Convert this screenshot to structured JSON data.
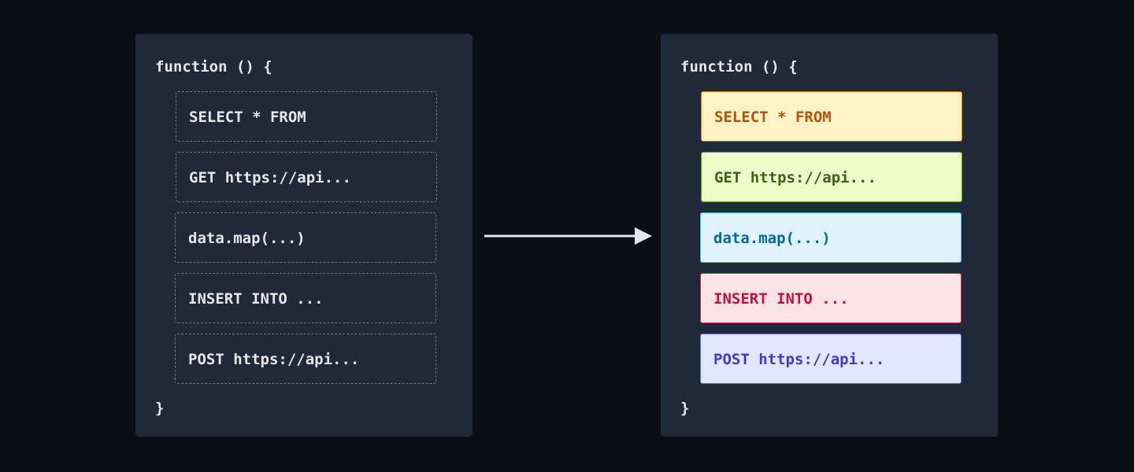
{
  "before": {
    "open": "function () {",
    "close": "}",
    "blocks": [
      "SELECT * FROM",
      "GET https://api...",
      "data.map(...)",
      "INSERT INTO ...",
      "POST https://api..."
    ]
  },
  "after": {
    "open": "function () {",
    "close": "}",
    "blocks": [
      "SELECT * FROM",
      "GET https://api...",
      "data.map(...)",
      "INSERT INTO ...",
      "POST https://api..."
    ]
  },
  "colors": {
    "background": "#0a0e17",
    "panel": "#1f2937",
    "arrow": "#e5e7eb",
    "amber": "#fef3c7",
    "green": "#ecfccb",
    "blue": "#e0f2fe",
    "red": "#ffe4e6",
    "indigo": "#e0e7ff"
  }
}
